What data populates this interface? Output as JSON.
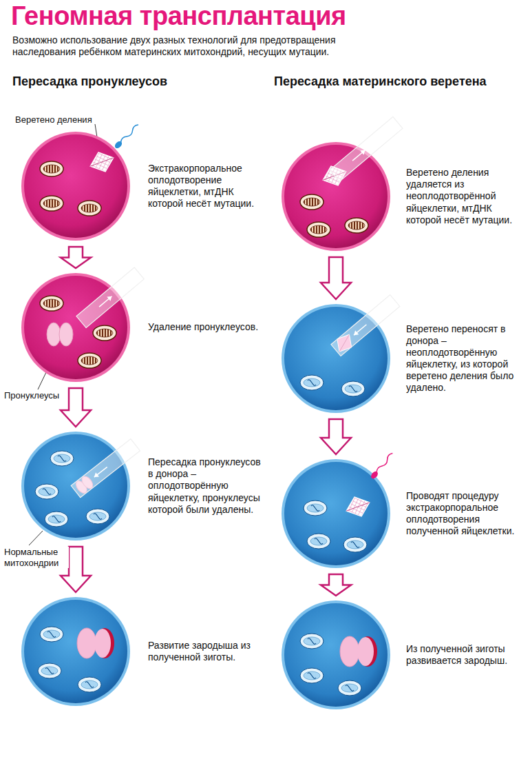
{
  "diagram": {
    "title": "Геномная трансплантация",
    "nodes": [
      {
        "text": [
          "Экстракорпоральное оплодотворение яйцеклетки, мтДНК которой несёт мутации."
        ]
      },
      {
        "text": [
          "Удаление пронуклеусов."
        ]
      },
      {
        "text": [
          "Пересадка пронуклеусов в донора – оплодотворённую яйцеклетку, пронуклеусы которой были удалены."
        ]
      },
      {
        "text": [
          "Развитие зародыша из полученной зиготы."
        ]
      },
      {
        "text": [
          "Веретено деления удаляется из неоплодотворённой яйцеклетки, мтДНК которой несёт мутации."
        ]
      },
      {
        "text": [
          "Веретено переносят в донора – неоплодотворённую яйцеклетку, из которой веретено деления было удалено."
        ]
      },
      {
        "text": [
          "Проводят процедуру экстракорпоральное оплодотворения полученной яйцеклетки."
        ]
      },
      {
        "text": [
          "Из полученной зиготы развивается зародыш."
        ]
      }
    ],
    "edges": [
      {
        "from": 0,
        "to": 1,
        "arrow": "to"
      },
      {
        "from": 1,
        "to": 2,
        "arrow": "to"
      },
      {
        "from": 2,
        "to": 3,
        "arrow": "to"
      },
      {
        "from": 4,
        "to": 5,
        "arrow": "to"
      },
      {
        "from": 5,
        "to": 6,
        "arrow": "to"
      },
      {
        "from": 6,
        "to": 7,
        "arrow": "to"
      }
    ],
    "labels": [
      "Возможно использование двух разных технологий для предотвращения наследования ребёнком материнских митохондрий, несущих мутации.",
      "Пересадка пронуклеусов",
      "Пересадка материнского веретена",
      "Веретено деления",
      "Пронуклеусы",
      "Нормальные митохондрии"
    ]
  }
}
